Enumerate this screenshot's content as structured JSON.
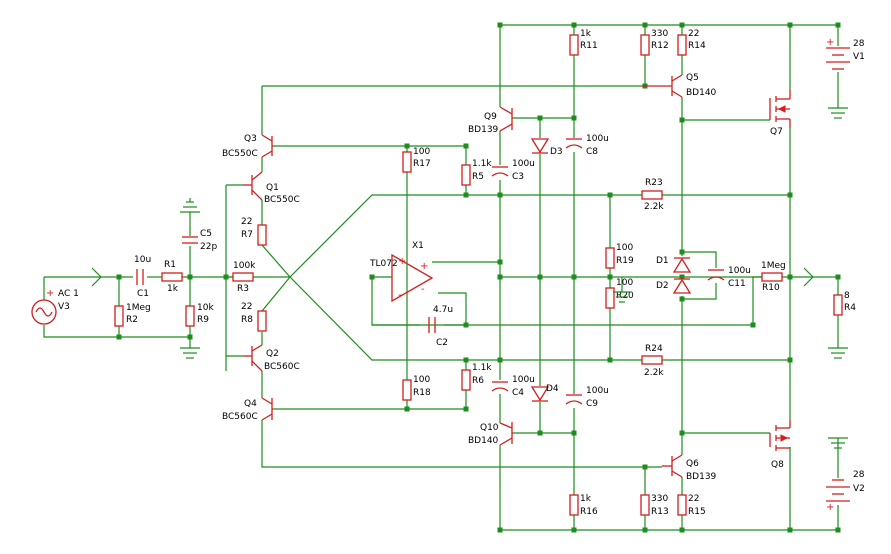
{
  "labels": {
    "src_name": "AC 1",
    "src_ref": "V3",
    "c1": "C1",
    "c1_val": "10u",
    "r1": "R1",
    "r1_val": "1k",
    "r2": "R2",
    "r2_val": "1Meg",
    "c5": "C5",
    "c5_val": "22p",
    "r9": "R9",
    "r9_val": "10k",
    "r3": "R3",
    "r3_val": "100k",
    "q3": "Q3",
    "q3_type": "BC550C",
    "q1": "Q1",
    "q1_type": "BC550C",
    "r7": "R7",
    "r7_val": "22",
    "r8": "R8",
    "r8_val": "22",
    "q2": "Q2",
    "q2_type": "BC560C",
    "q4": "Q4",
    "q4_type": "BC560C",
    "r17": "R17",
    "r17_val": "100",
    "r18": "R18",
    "r18_val": "100",
    "x1": "X1",
    "x1_type": "TL072",
    "r5": "R5",
    "r5_val": "1.1k",
    "r6": "R6",
    "r6_val": "1.1k",
    "c3": "C3",
    "c3_val": "100u",
    "c4": "C4",
    "c4_val": "100u",
    "c2": "C2",
    "c2_val": "4.7u",
    "q9": "Q9",
    "q9_type": "BD139",
    "q10": "Q10",
    "q10_type": "BD140",
    "d3": "D3",
    "d4": "D4",
    "r11": "R11",
    "r11_val": "1k",
    "r16": "R16",
    "r16_val": "1k",
    "c8": "C8",
    "c8_val": "100u",
    "c9": "C9",
    "c9_val": "100u",
    "r12": "R12",
    "r12_val": "330",
    "r13": "R13",
    "r13_val": "330",
    "r14": "R14",
    "r14_val": "22",
    "r15": "R15",
    "r15_val": "22",
    "q5": "Q5",
    "q5_type": "BD140",
    "q6": "Q6",
    "q6_type": "BD139",
    "q7": "Q7",
    "q8": "Q8",
    "r23": "R23",
    "r23_val": "2.2k",
    "r24": "R24",
    "r24_val": "2.2k",
    "r19": "R19",
    "r19_val": "100",
    "r20": "R20",
    "r20_val": "100",
    "d1": "D1",
    "d2": "D2",
    "c11": "C11",
    "c11_val": "100u",
    "r10": "R10",
    "r10_val": "1Meg",
    "r4": "R4",
    "r4_val": "8",
    "v1": "V1",
    "v1_val": "28",
    "v2": "V2",
    "v2_val": "28",
    "plus": "+",
    "minus": "-"
  },
  "colors": {
    "wire": "#1e8c1e",
    "component": "#d21e1e",
    "text": "#000000"
  }
}
